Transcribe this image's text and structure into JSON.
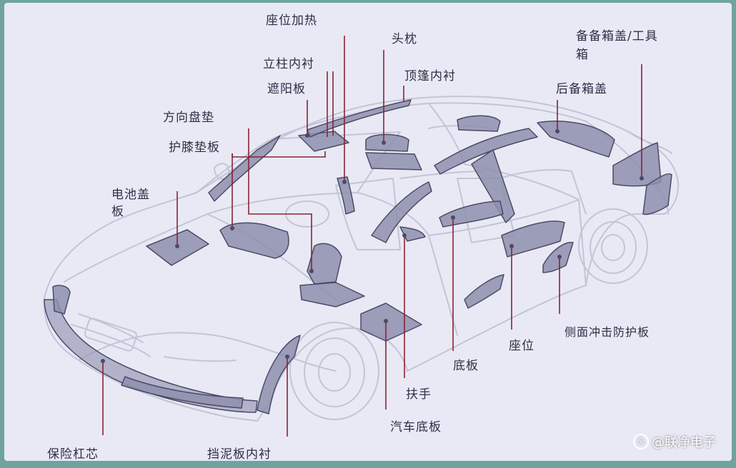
{
  "colors": {
    "frame": "#6fa3a0",
    "background": "#e9e9f5",
    "car_outline": "#c7c8d9",
    "part_fill": "#8d8fae",
    "part_stroke": "#4a4c66",
    "leader_line": "#8a2233",
    "label_text": "#2b2f45"
  },
  "labels": {
    "seat_heater": "座位加热",
    "headrest": "头枕",
    "pillar_liner": "立柱内衬",
    "sun_visor": "遮阳板",
    "steering_cushion": "方向盘垫",
    "roof_liner": "顶篷内衬",
    "knee_pad": "护膝垫板",
    "spare_box_cover_line1": "备备箱盖/工具",
    "spare_box_cover_line2": "箱",
    "rear_shelf": "后备箱盖",
    "battery_cover_line1": "电池盖",
    "battery_cover_line2": "板",
    "side_impact_panel": "侧面冲击防护板",
    "seat": "座位",
    "floor_panel": "底板",
    "armrest": "扶手",
    "car_floor": "汽车底板",
    "bumper_core": "保险杠芯",
    "fender_liner": "挡泥板内衬"
  },
  "watermark": {
    "text": "@联净电子",
    "logo": "头"
  }
}
